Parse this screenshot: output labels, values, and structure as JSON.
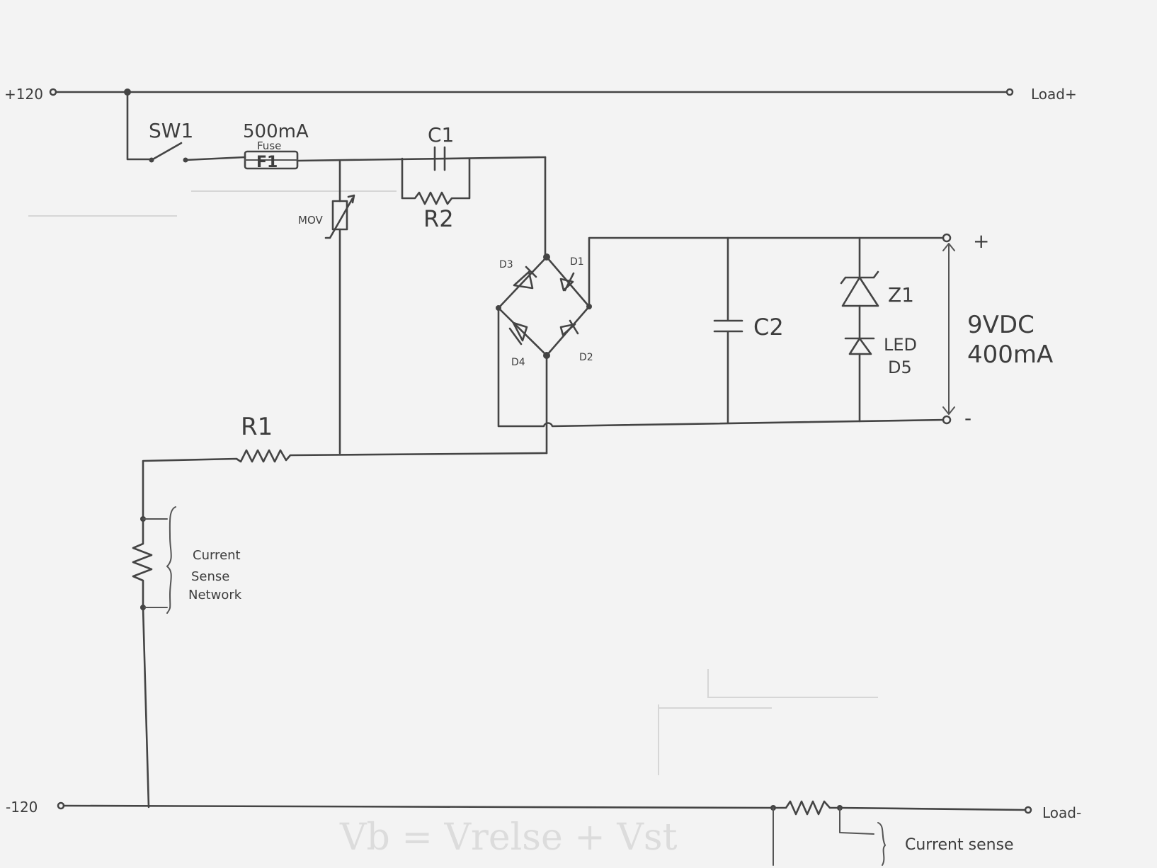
{
  "rails": {
    "top_left": "+120",
    "top_right": "Load+",
    "bottom_left": "-120",
    "bottom_right": "Load-"
  },
  "components": {
    "switch": "SW1",
    "fuse_rating": "500mA",
    "fuse_word": "Fuse",
    "fuse": "F1",
    "capacitor_1": "C1",
    "resistor_2": "R2",
    "mov": "MOV",
    "diode_1": "D1",
    "diode_2": "D2",
    "diode_3": "D3",
    "diode_4": "D4",
    "capacitor_2": "C2",
    "zener": "Z1",
    "led_line1": "LED",
    "led_line2": "D5",
    "resistor_1": "R1"
  },
  "output": {
    "plus": "+",
    "minus": "-",
    "voltage": "9VDC",
    "current": "400mA"
  },
  "current_sense": {
    "left_line1": "Current",
    "left_line2": "Sense",
    "left_line3": "Network",
    "bottom": "Current sense"
  },
  "faint_equation": "Vb = Vrelse + Vst"
}
